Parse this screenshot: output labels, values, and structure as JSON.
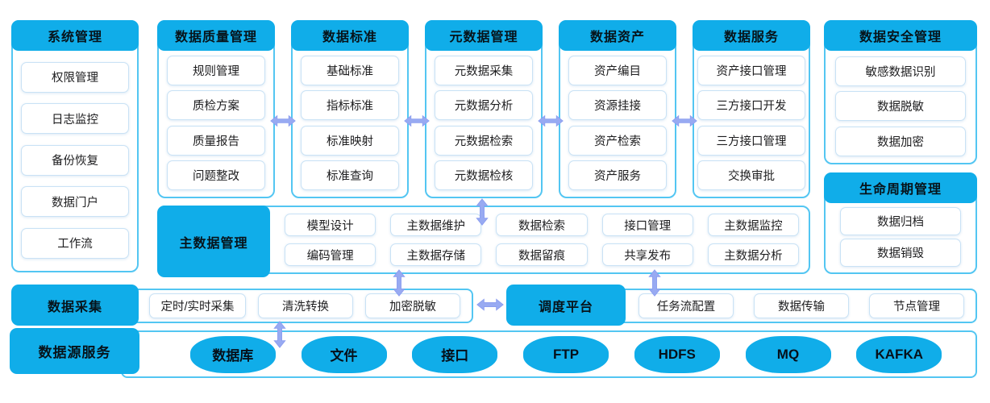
{
  "diagram": {
    "colors": {
      "accent": "#10ade9",
      "panel_border": "#53c6f2",
      "item_border": "#c9e2f5",
      "arrow": "#98aaf2"
    },
    "system": {
      "title": "系统管理",
      "items": [
        "权限管理",
        "日志监控",
        "备份恢复",
        "数据门户",
        "工作流"
      ]
    },
    "columns": [
      {
        "title": "数据质量管理",
        "items": [
          "规则管理",
          "质检方案",
          "质量报告",
          "问题整改"
        ]
      },
      {
        "title": "数据标准",
        "items": [
          "基础标准",
          "指标标准",
          "标准映射",
          "标准查询"
        ]
      },
      {
        "title": "元数据管理",
        "items": [
          "元数据采集",
          "元数据分析",
          "元数据检索",
          "元数据检核"
        ]
      },
      {
        "title": "数据资产",
        "items": [
          "资产编目",
          "资源挂接",
          "资产检索",
          "资产服务"
        ]
      },
      {
        "title": "数据服务",
        "items": [
          "资产接口管理",
          "三方接口开发",
          "三方接口管理",
          "交换审批"
        ]
      }
    ],
    "security": {
      "title": "数据安全管理",
      "items": [
        "敏感数据识别",
        "数据脱敏",
        "数据加密"
      ]
    },
    "lifecycle": {
      "title": "生命周期管理",
      "items": [
        "数据归档",
        "数据销毁"
      ]
    },
    "master": {
      "title": "主数据管理",
      "rows": [
        [
          "模型设计",
          "主数据维护",
          "数据检索",
          "接口管理",
          "主数据监控"
        ],
        [
          "编码管理",
          "主数据存储",
          "数据留痕",
          "共享发布",
          "主数据分析"
        ]
      ]
    },
    "collection": {
      "title": "数据采集",
      "items": [
        "定时/实时采集",
        "清洗转换",
        "加密脱敏"
      ]
    },
    "scheduling": {
      "title": "调度平台",
      "items": [
        "任务流配置",
        "数据传输",
        "节点管理"
      ]
    },
    "datasource": {
      "title": "数据源服务",
      "items": [
        "数据库",
        "文件",
        "接口",
        "FTP",
        "HDFS",
        "MQ",
        "KAFKA"
      ]
    }
  }
}
